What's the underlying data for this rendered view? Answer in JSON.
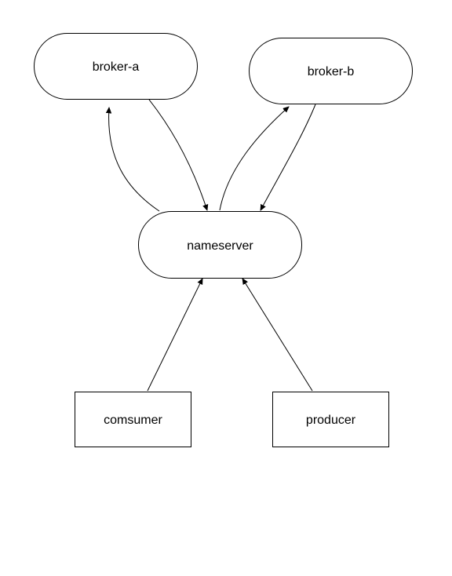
{
  "diagram": {
    "nodes": {
      "broker_a": {
        "label": "broker-a",
        "shape": "rounded"
      },
      "broker_b": {
        "label": "broker-b",
        "shape": "rounded"
      },
      "nameserver": {
        "label": "nameserver",
        "shape": "rounded"
      },
      "consumer": {
        "label": "comsumer",
        "shape": "rectangle"
      },
      "producer": {
        "label": "producer",
        "shape": "rectangle"
      }
    },
    "edges": [
      {
        "from": "nameserver",
        "to": "broker_a"
      },
      {
        "from": "broker_a",
        "to": "nameserver"
      },
      {
        "from": "nameserver",
        "to": "broker_b"
      },
      {
        "from": "broker_b",
        "to": "nameserver"
      },
      {
        "from": "consumer",
        "to": "nameserver"
      },
      {
        "from": "producer",
        "to": "nameserver"
      }
    ],
    "colors": {
      "stroke": "#000000",
      "fill": "#ffffff",
      "background": "#ffffff"
    }
  }
}
